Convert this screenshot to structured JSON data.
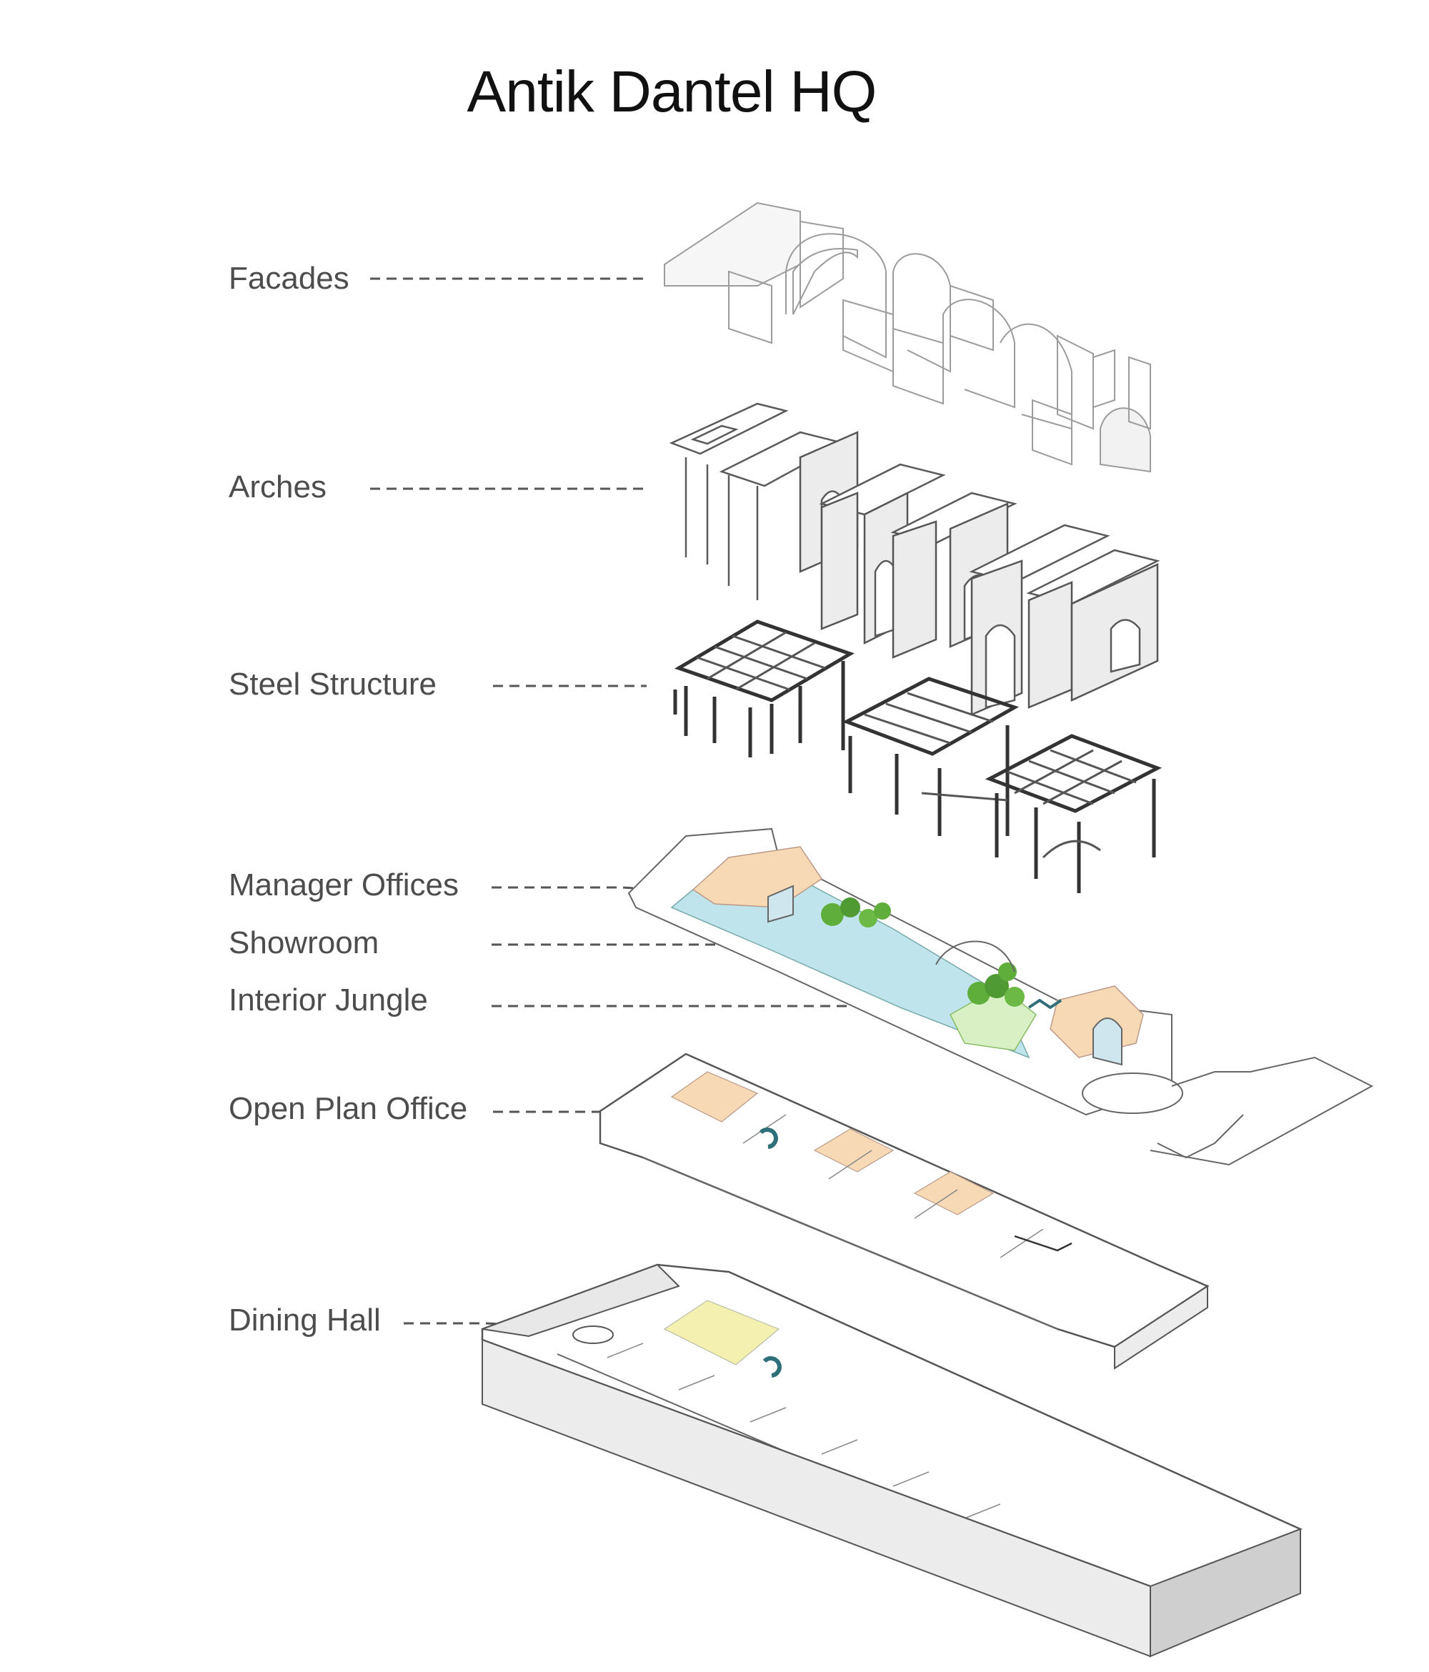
{
  "title": "Antik Dantel HQ",
  "layers": [
    {
      "key": "facades",
      "label": "Facades"
    },
    {
      "key": "arches",
      "label": "Arches"
    },
    {
      "key": "steel",
      "label": "Steel Structure"
    },
    {
      "key": "manager",
      "label": "Manager Offices"
    },
    {
      "key": "showroom",
      "label": "Showroom"
    },
    {
      "key": "jungle",
      "label": "Interior Jungle"
    },
    {
      "key": "openplan",
      "label": "Open Plan Office"
    },
    {
      "key": "dining",
      "label": "Dining Hall"
    }
  ],
  "colors": {
    "showroom_floor": "#bfe4ec",
    "offices_fill": "#f7d9b5",
    "jungle_green": "#5fae3c",
    "dining_fill": "#f4f0b0",
    "stair_teal": "#2f6f7a"
  }
}
